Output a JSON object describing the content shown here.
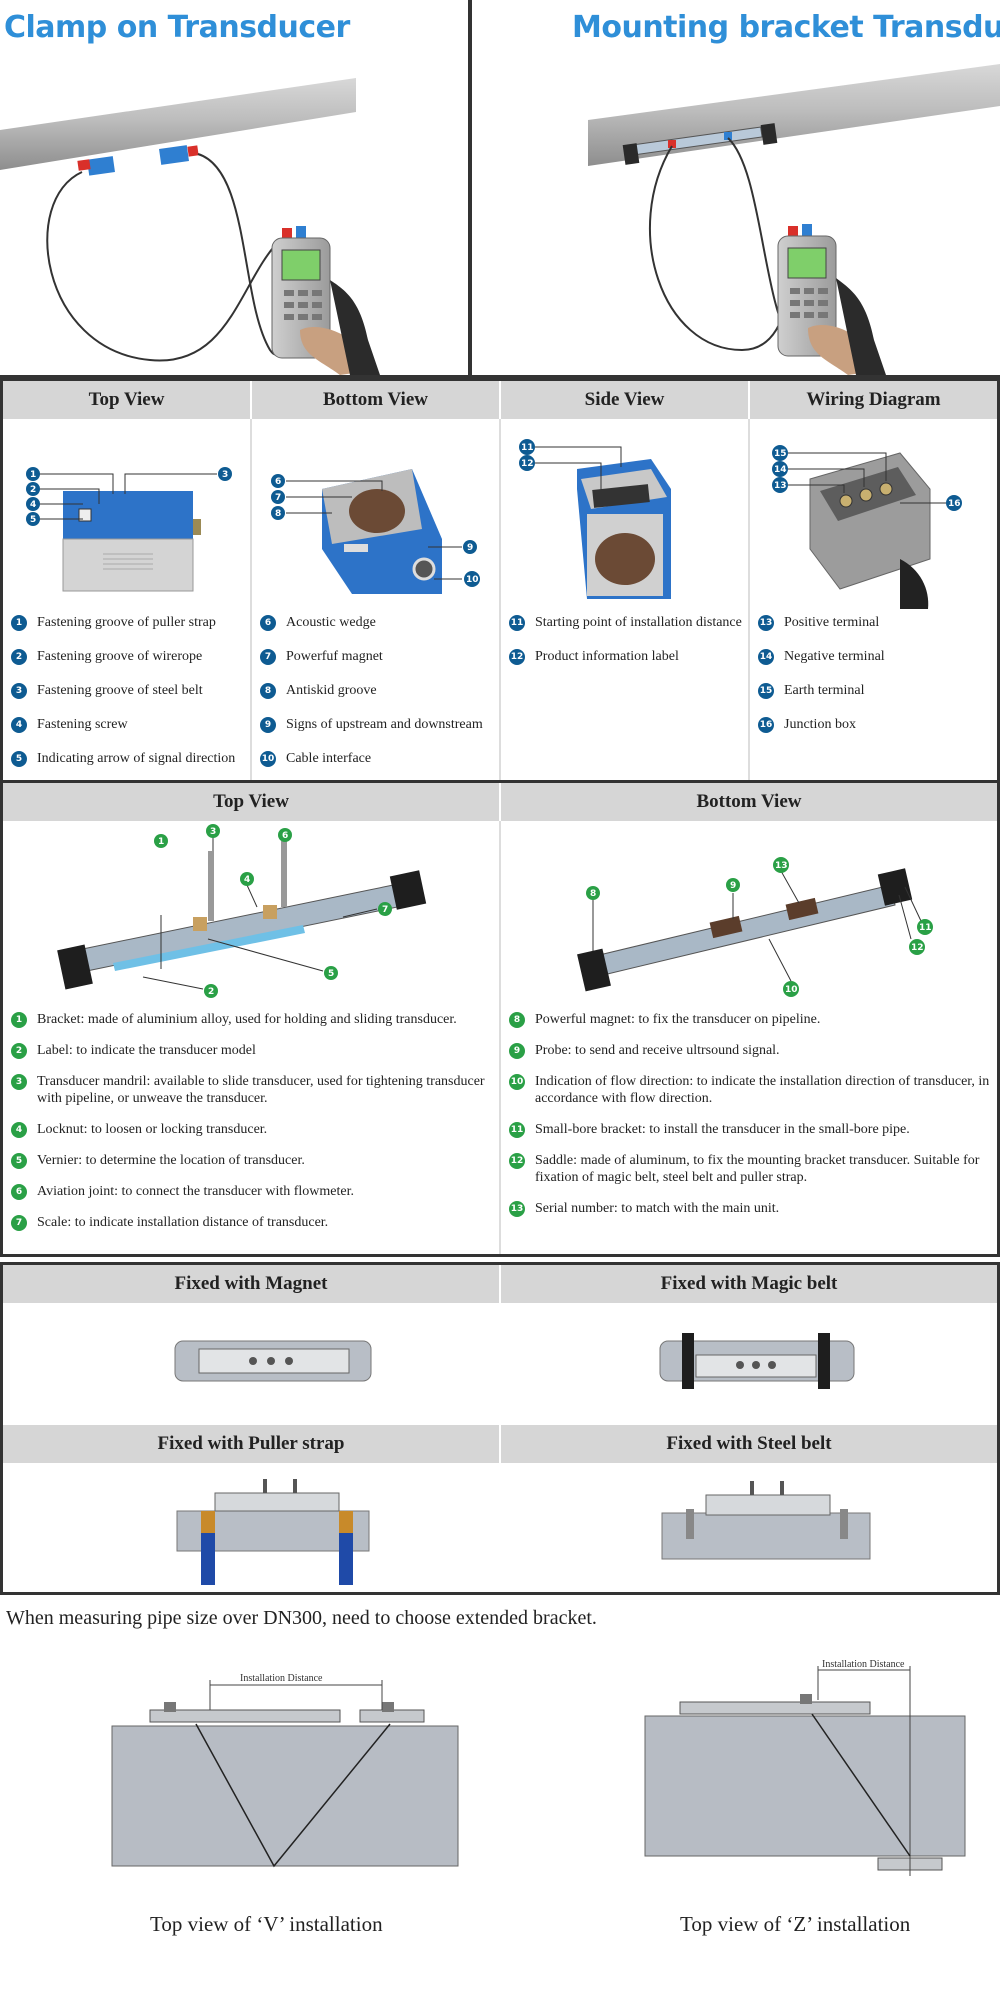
{
  "hero": {
    "left_title": "Clamp on Transducer",
    "right_title": "Mounting bracket Transducer"
  },
  "views": {
    "headers": [
      "Top View",
      "Bottom View",
      "Side View",
      "Wiring Diagram"
    ],
    "top": [
      {
        "n": "1",
        "label": "Fastening groove of  puller strap"
      },
      {
        "n": "2",
        "label": "Fastening groove of  wirerope"
      },
      {
        "n": "3",
        "label": "Fastening groove of  steel belt"
      },
      {
        "n": "4",
        "label": "Fastening screw"
      },
      {
        "n": "5",
        "label": "Indicating arrow of signal direction"
      }
    ],
    "bottom": [
      {
        "n": "6",
        "label": "Acoustic wedge"
      },
      {
        "n": "7",
        "label": "Powerfuf magnet"
      },
      {
        "n": "8",
        "label": "Antiskid groove"
      },
      {
        "n": "9",
        "label": "Signs of upstream and downstream"
      },
      {
        "n": "10",
        "label": "Cable interface"
      }
    ],
    "side": [
      {
        "n": "11",
        "label": "Starting point of installation distance"
      },
      {
        "n": "12",
        "label": "Product information label"
      }
    ],
    "wiring": [
      {
        "n": "13",
        "label": "Positive terminal"
      },
      {
        "n": "14",
        "label": "Negative terminal"
      },
      {
        "n": "15",
        "label": "Earth terminal"
      },
      {
        "n": "16",
        "label": "Junction box"
      }
    ]
  },
  "bracket": {
    "headers": [
      "Top View",
      "Bottom View"
    ],
    "left": [
      {
        "n": "1",
        "label": "Bracket: made of aluminium alloy, used for holding and sliding transducer."
      },
      {
        "n": "2",
        "label": "Label: to indicate the transducer model"
      },
      {
        "n": "3",
        "label": "Transducer mandril: available to slide transducer, used for tightening transducer with pipeline, or  unweave the transducer."
      },
      {
        "n": "4",
        "label": "Locknut: to loosen or locking transducer."
      },
      {
        "n": "5",
        "label": "Vernier: to determine the location of transducer."
      },
      {
        "n": "6",
        "label": "Aviation joint: to connect the transducer with flowmeter."
      },
      {
        "n": "7",
        "label": "Scale: to indicate installation distance of transducer."
      }
    ],
    "right": [
      {
        "n": "8",
        "label": "Powerful magnet: to fix the transducer on pipeline."
      },
      {
        "n": "9",
        "label": "Probe: to send and receive ultrsound signal."
      },
      {
        "n": "10",
        "label": "Indication of flow direction: to indicate the installation direction of transducer, in accordance with flow direction."
      },
      {
        "n": "11",
        "label": "Small-bore bracket: to install the transducer in the small-bore pipe."
      },
      {
        "n": "12",
        "label": "Saddle: made of aluminum, to fix the mounting bracket transducer. Suitable for  fixation of magic belt, steel belt and puller strap."
      },
      {
        "n": "13",
        "label": "Serial number: to match with the main unit."
      }
    ]
  },
  "fixing": {
    "row1": [
      "Fixed with Magnet",
      "Fixed with Magic belt"
    ],
    "row2": [
      "Fixed with Puller strap",
      "Fixed with Steel belt"
    ]
  },
  "note": "When measuring pipe size over DN300, need to choose extended bracket.",
  "install": {
    "distance_label": "Installation Distance",
    "v_caption": "Top view of ‘V’ installation",
    "z_caption": "Top view of ‘Z’ installation"
  }
}
